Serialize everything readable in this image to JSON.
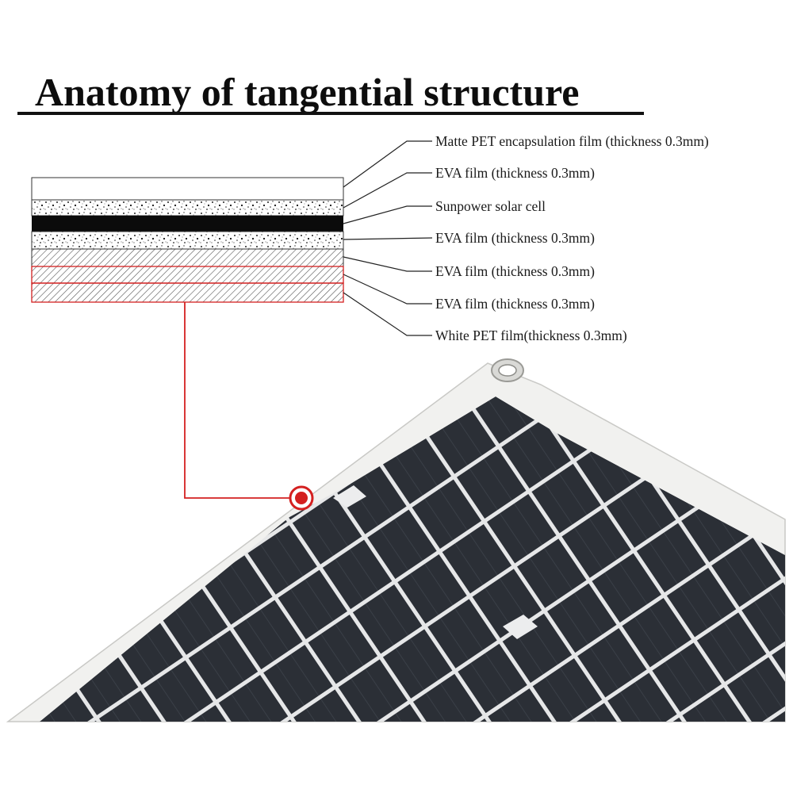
{
  "title": "Anatomy of tangential structure",
  "layers": [
    {
      "label": "Matte PET encapsulation film (thickness 0.3mm)",
      "pattern": "plain-white"
    },
    {
      "label": "EVA film (thickness 0.3mm)",
      "pattern": "speckled"
    },
    {
      "label": "Sunpower solar cell",
      "pattern": "solid-black"
    },
    {
      "label": "EVA film (thickness 0.3mm)",
      "pattern": "speckled"
    },
    {
      "label": "EVA film (thickness 0.3mm)",
      "pattern": "hatched"
    },
    {
      "label": "EVA film (thickness 0.3mm)",
      "pattern": "hatched"
    },
    {
      "label": "White PET film(thickness 0.3mm)",
      "pattern": "hatched"
    }
  ],
  "colors": {
    "callout": "#d42020",
    "cell": "#2b2f36",
    "panel_frame": "#f1f1ef",
    "grid_line": "#e6e7e8",
    "text": "#1a1a1a"
  },
  "icons": [
    "grommet-icon",
    "callout-marker-icon"
  ]
}
